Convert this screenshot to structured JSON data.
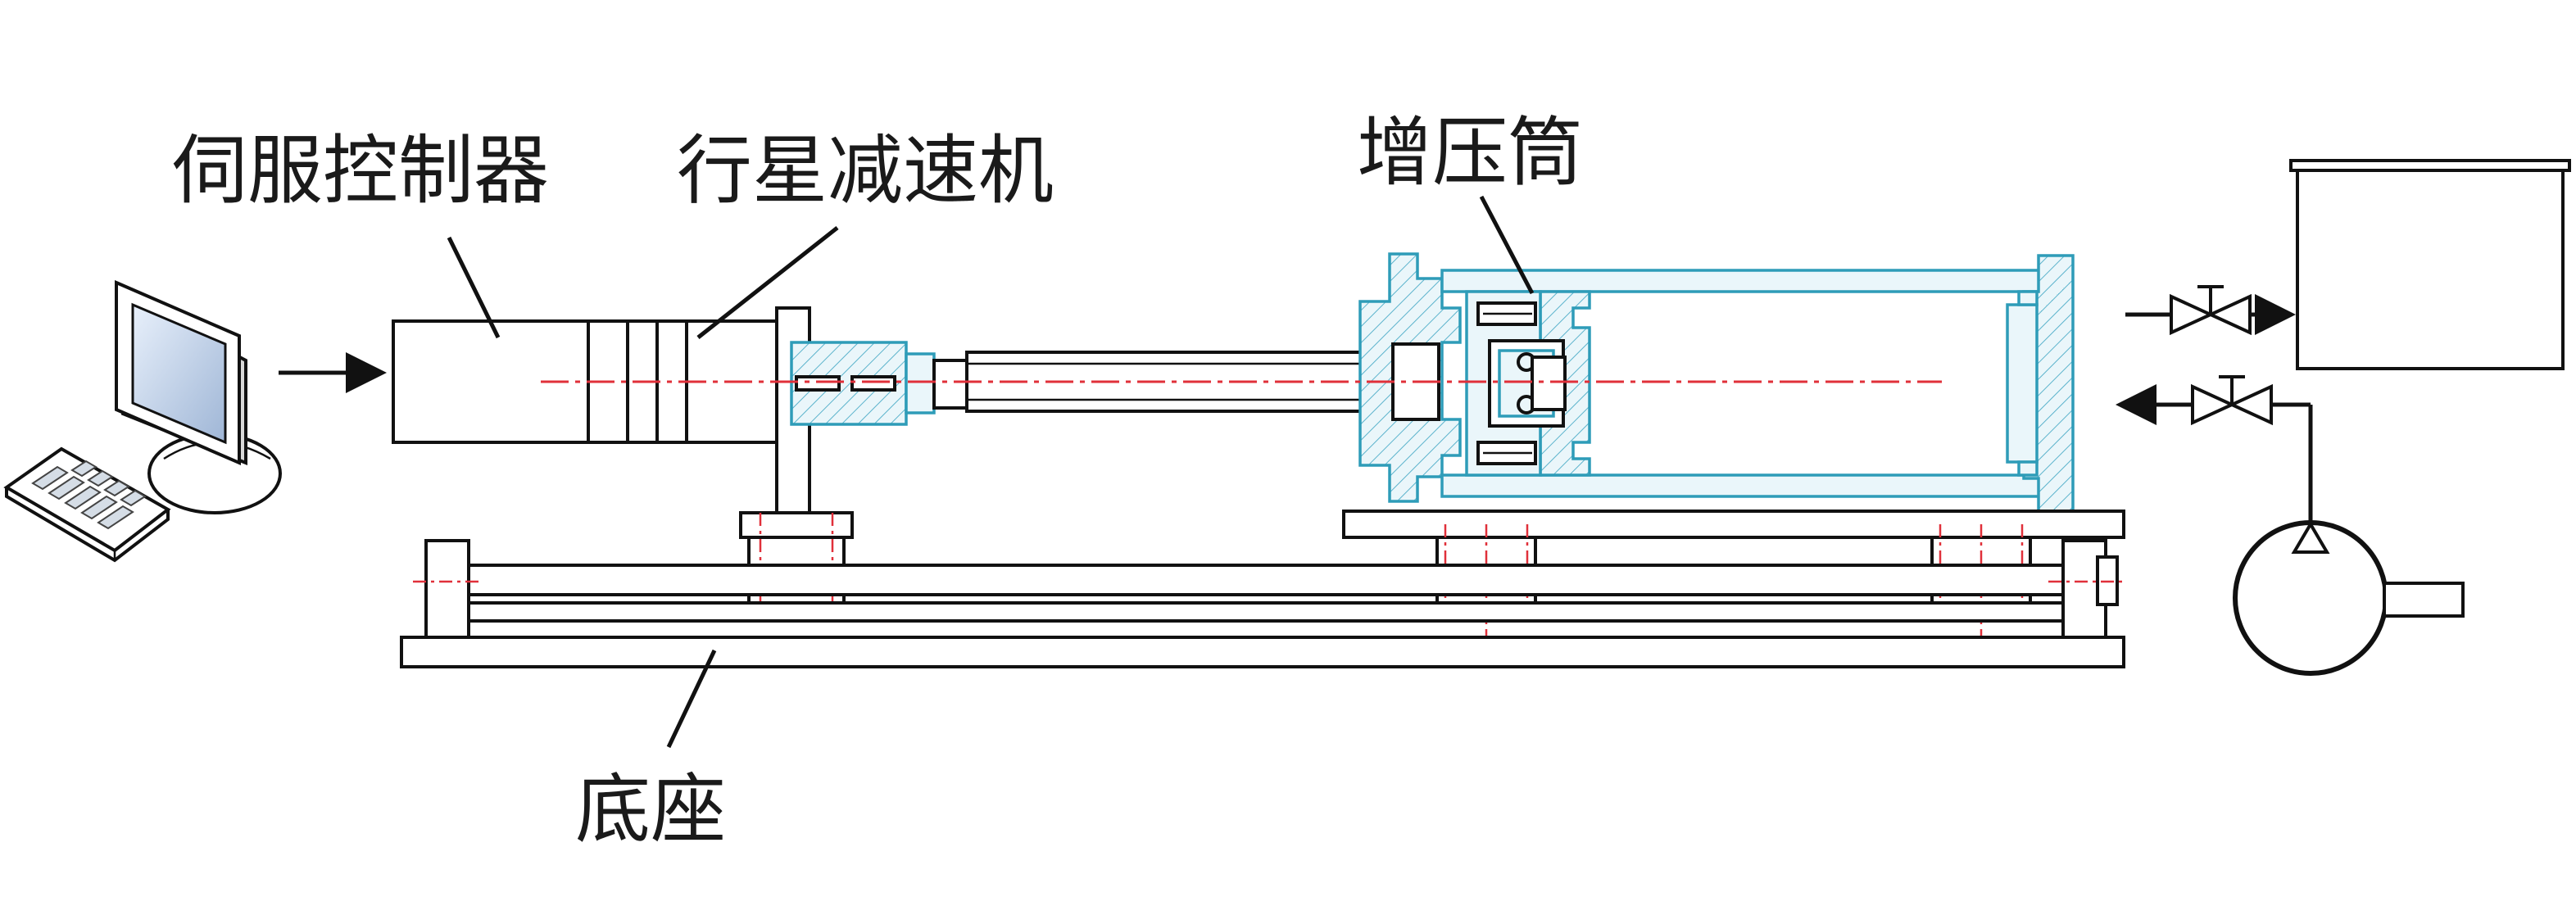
{
  "labels": {
    "servo_controller": "伺服控制器",
    "planetary_reducer": "行星减速机",
    "booster_cylinder": "增压筒",
    "base": "底座"
  },
  "colors": {
    "line": "#111111",
    "section_outline": "#2e9cb8",
    "section_fill": "#eaf6fa",
    "center_line": "#e0303a"
  },
  "icons": [
    "computer-icon",
    "keyboard-icon",
    "valve-icon",
    "pump-icon",
    "tank-icon"
  ]
}
